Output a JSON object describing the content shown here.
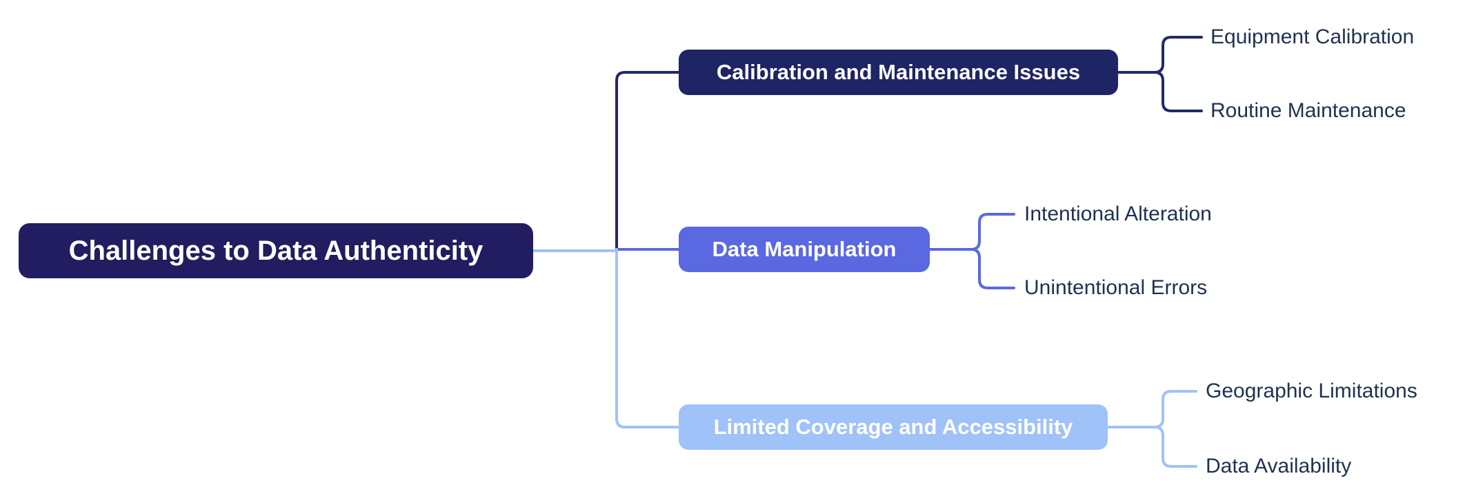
{
  "title": "Challenges to Data Authenticity mind map",
  "colors": {
    "navy": "#23286b",
    "root_bg": "#211d60",
    "branch1_bg": "#1f2464",
    "blue": "#5a68e2",
    "light_blue": "#9fc2f8",
    "leaf_text": "#1e3150",
    "node_text": "#ffffff"
  },
  "root": {
    "label": "Challenges to Data Authenticity"
  },
  "branches": [
    {
      "label": "Calibration and Maintenance Issues",
      "children": [
        "Equipment Calibration",
        "Routine Maintenance"
      ]
    },
    {
      "label": "Data Manipulation",
      "children": [
        "Intentional Alteration",
        "Unintentional Errors"
      ]
    },
    {
      "label": "Limited Coverage and Accessibility",
      "children": [
        "Geographic Limitations",
        "Data Availability"
      ]
    }
  ]
}
